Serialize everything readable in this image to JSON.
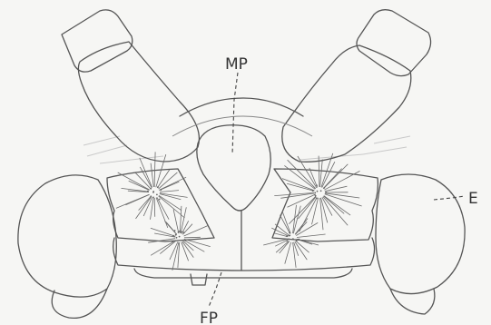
{
  "labels": {
    "mp": "MP",
    "e": "E",
    "fp": "FP"
  },
  "colors": {
    "background": "#f6f6f4",
    "ink": "#555555"
  }
}
